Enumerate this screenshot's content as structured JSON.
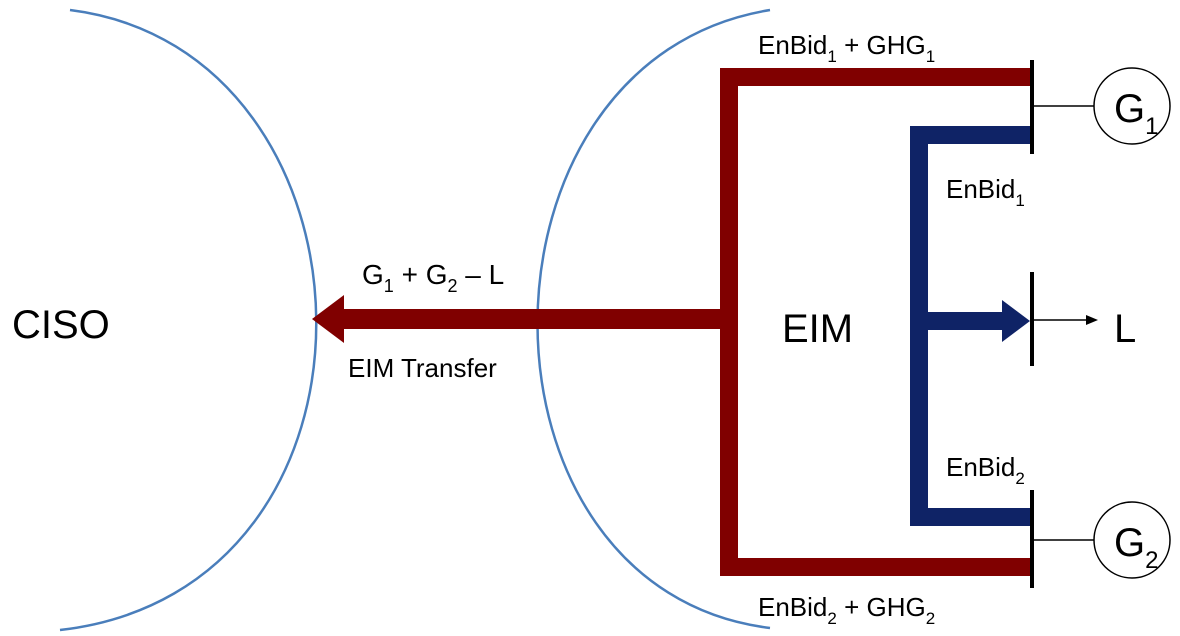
{
  "regions": {
    "left": "CISO",
    "right": "EIM"
  },
  "transfer": {
    "formula": {
      "g1": "G",
      "g1_sub": "1",
      "plus": " + ",
      "g2": "G",
      "g2_sub": "2",
      "minus": " – L"
    },
    "label": "EIM Transfer"
  },
  "generators": [
    {
      "letter": "G",
      "sub": "1"
    },
    {
      "letter": "G",
      "sub": "2"
    }
  ],
  "load": {
    "label": "L"
  },
  "flows": {
    "top_red": {
      "a": "EnBid",
      "a_sub": "1",
      "plus": " + GHG",
      "b_sub": "1"
    },
    "bottom_red": {
      "a": "EnBid",
      "a_sub": "2",
      "plus": " + GHG",
      "b_sub": "2"
    },
    "top_blue": {
      "a": "EnBid",
      "a_sub": "1"
    },
    "bottom_blue": {
      "a": "EnBid",
      "a_sub": "2"
    }
  },
  "colors": {
    "red_flow": "#800000",
    "blue_flow": "#0f2366",
    "region_border": "#4a7ebb",
    "bus": "#000000"
  }
}
